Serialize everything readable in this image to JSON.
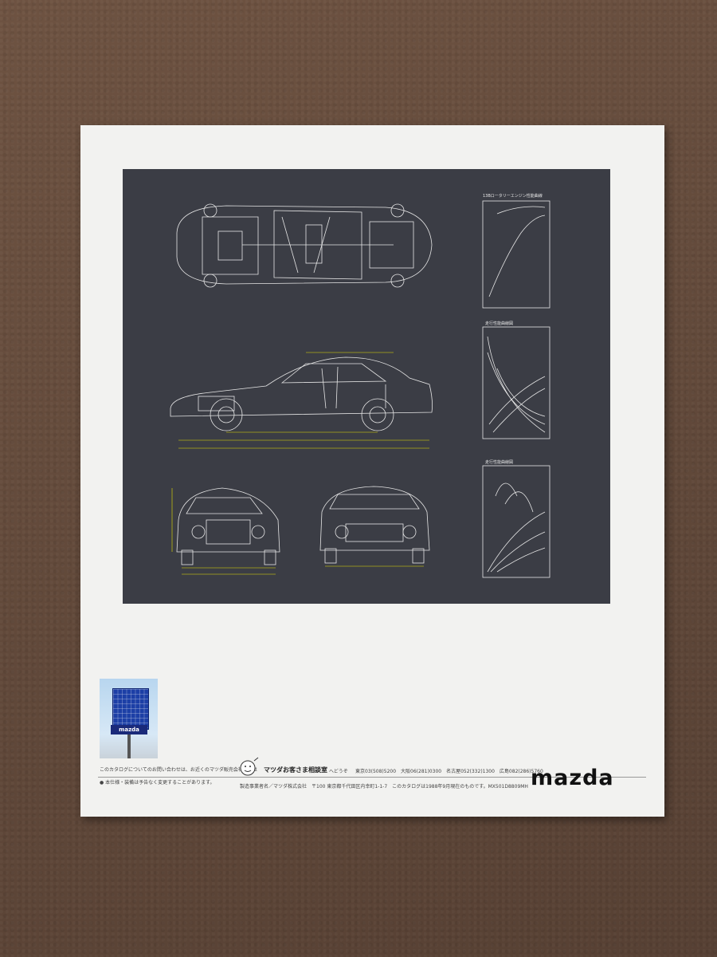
{
  "spec_panel": {
    "chart_titles": [
      "13Bロータリーエンジン性能曲線",
      "走行性能曲線図",
      "走行性能曲線図"
    ],
    "colors": {
      "panel": "#3b3d45",
      "lines": "#e6e6e6",
      "dimensions": "#e8e200"
    }
  },
  "dealer_photo": {
    "sign_text": "mazda"
  },
  "footer": {
    "inquiry_text": "このカタログについてのお問い合わせは、お近くのマツダ販売会社または",
    "consult_label": "マツダお客さま相談室",
    "consult_suffix": "へどうぞ",
    "phones": "東京03(508)5200　大阪06(281)0300　名古屋052(332)1300　広島082(286)5760",
    "notice": "● 本仕様・装備は予告なく変更することがあります。",
    "maker": "製造事業者名／マツダ株式会社　〒100 東京都千代田区内幸町1-1-7　このカタログは1988年9月現在のものです。MX501D8809MH"
  },
  "brand": {
    "logo": "mazda"
  }
}
